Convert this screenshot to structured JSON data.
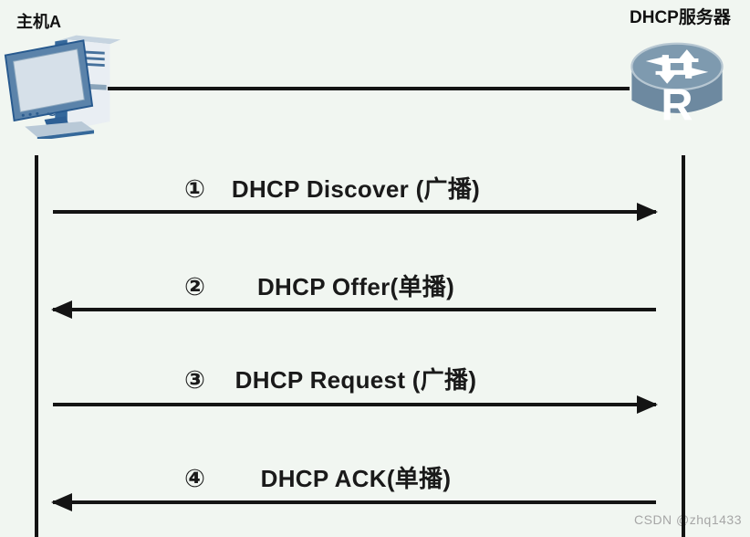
{
  "diagram": {
    "left_node": {
      "label": "主机A",
      "type": "host-computer"
    },
    "right_node": {
      "label": "DHCP服务器",
      "type": "router",
      "letter": "R"
    },
    "messages": [
      {
        "number": "①",
        "label": "DHCP Discover (广播)",
        "direction": "right",
        "from": "主机A",
        "to": "DHCP服务器"
      },
      {
        "number": "②",
        "label": "DHCP Offer(单播)",
        "direction": "left",
        "from": "DHCP服务器",
        "to": "主机A"
      },
      {
        "number": "③",
        "label": "DHCP Request (广播)",
        "direction": "right",
        "from": "主机A",
        "to": "DHCP服务器"
      },
      {
        "number": "④",
        "label": "DHCP ACK(单播)",
        "direction": "left",
        "from": "DHCP服务器",
        "to": "主机A"
      }
    ],
    "colors": {
      "background": "#f1f6f1",
      "line": "#141414",
      "router_body": "#6d89a0",
      "router_top": "#7e9aaf",
      "monitor_frame": "#5b83aa",
      "tower_front": "#e9eef3",
      "watermark": "#a6a6a6"
    }
  },
  "watermark": {
    "text": "CSDN @zhq1433"
  }
}
